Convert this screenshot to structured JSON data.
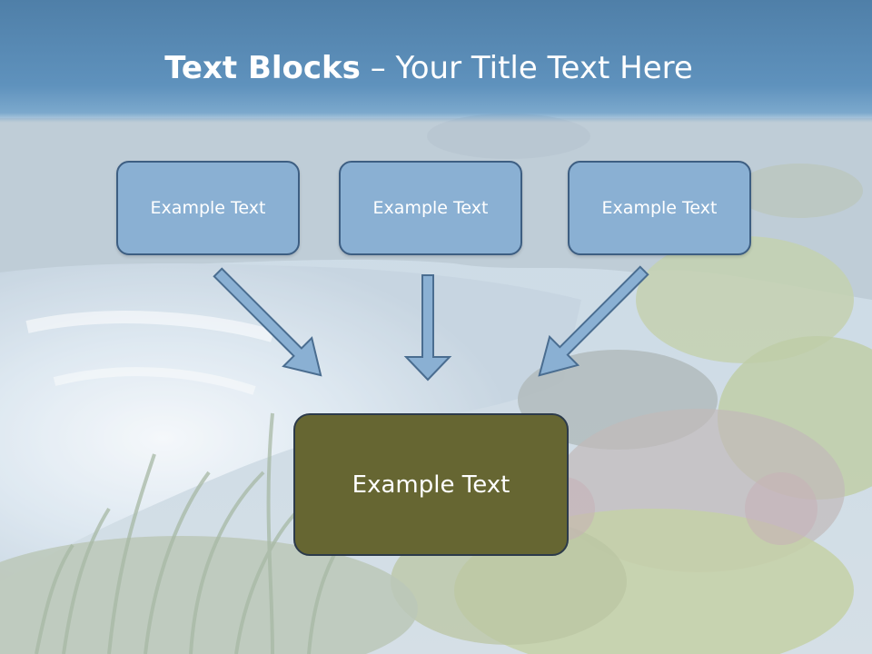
{
  "title": {
    "bold": "Text Blocks",
    "rest": " – Your Title Text Here"
  },
  "blocks": [
    {
      "label": "Example Text"
    },
    {
      "label": "Example Text"
    },
    {
      "label": "Example Text"
    }
  ],
  "target": {
    "label": "Example Text"
  },
  "colors": {
    "header": "#5f92bd",
    "block_fill": "#8ab0d3",
    "block_border": "#3d5e82",
    "target_fill": "#666632",
    "arrow_fill": "#8ab0d3"
  }
}
